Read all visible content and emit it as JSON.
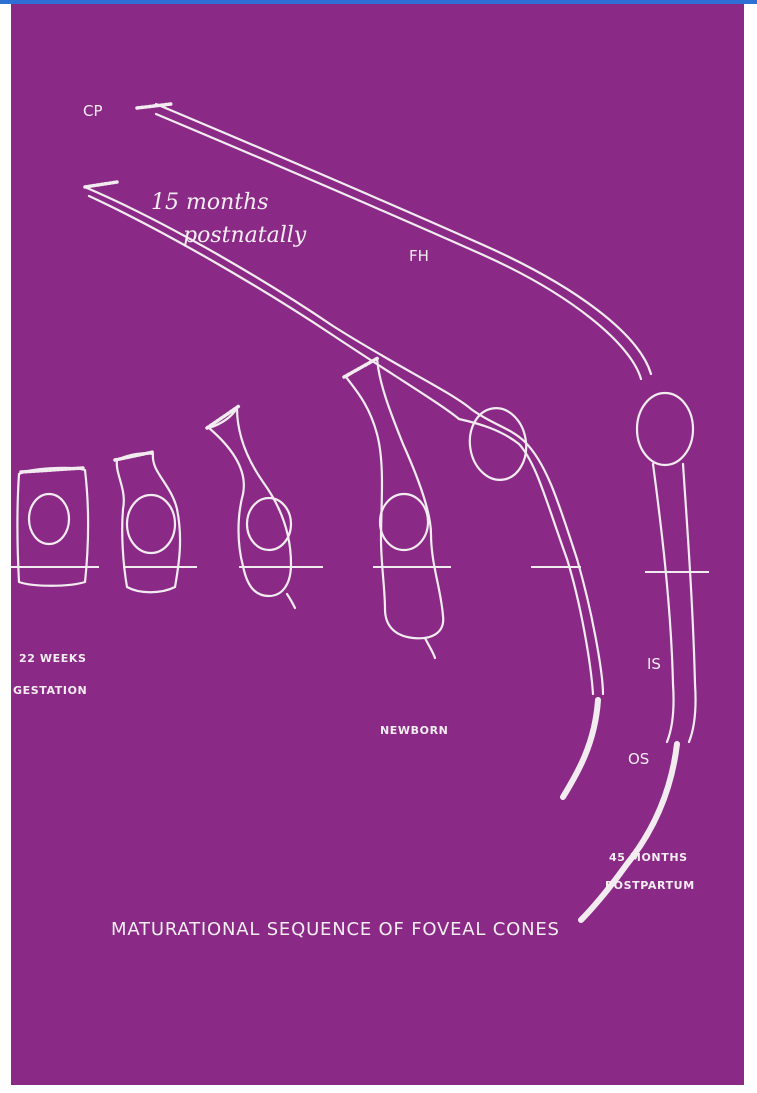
{
  "labels": {
    "cp": "CP",
    "fh": "FH",
    "is": "IS",
    "os": "OS",
    "handwritten_line1": "15 months",
    "handwritten_line2": "postnatally",
    "weeks_22_line1": "22 WEEKS",
    "weeks_22_line2": "GESTATION",
    "newborn": "NEWBORN",
    "months_45_line1": "45 MONTHS",
    "months_45_line2": "POSTPARTUM"
  },
  "title": "MATURATIONAL SEQUENCE OF FOVEAL CONES",
  "colors": {
    "background": "#8a2a86",
    "line": "#f2ecf0",
    "top_bar": "#2e6fd6"
  }
}
